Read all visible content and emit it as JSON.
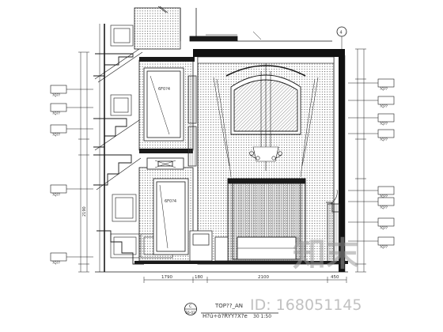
{
  "drawing": {
    "title_lines": [
      "TOP??_AN",
      "H?ú÷ò?RYY?X?e"
    ],
    "scale": "30 1:50",
    "detail_marker": {
      "top": "C",
      "bottom": "E6-03"
    },
    "grid_marker": "4"
  },
  "watermark": {
    "text": "知末",
    "id_text": "ID: 168051145"
  },
  "dimensions": {
    "bottom": [
      "1790",
      "180",
      "2100",
      "450"
    ],
    "left_tick": "2190"
  },
  "colors": {
    "line": "#1a1a1a",
    "wall": "#111111",
    "hatch": "#555555",
    "watermark": "#9a9a9a"
  }
}
